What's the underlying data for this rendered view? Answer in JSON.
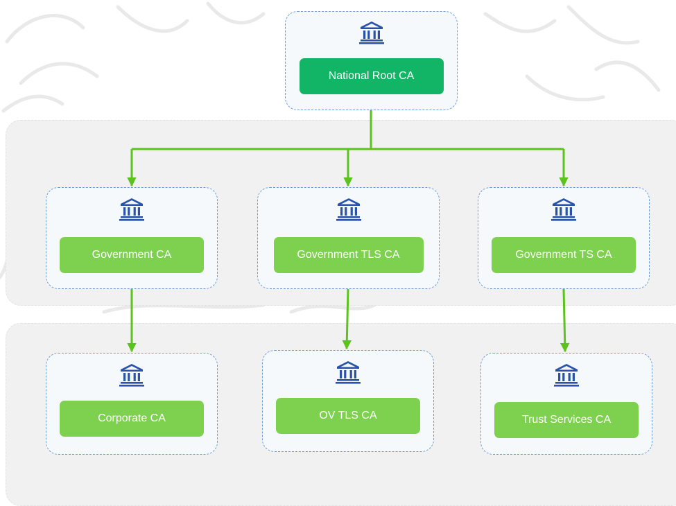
{
  "colors": {
    "root_label": "#12b565",
    "node_label": "#7ed14f",
    "connector": "#5cc21e",
    "icon": "#2a52a8",
    "node_border": "#6b9bd6",
    "band": "#f1f1f1"
  },
  "icon_name": "bank-icon",
  "nodes": {
    "root": {
      "label": "National Root CA"
    },
    "government": {
      "label": "Government CA"
    },
    "government_tls": {
      "label": "Government TLS CA"
    },
    "government_ts": {
      "label": "Government TS CA"
    },
    "corporate": {
      "label": "Corporate CA"
    },
    "ov_tls": {
      "label": "OV TLS CA"
    },
    "trust_services": {
      "label": "Trust Services CA"
    }
  },
  "edges": [
    [
      "root",
      "government"
    ],
    [
      "root",
      "government_tls"
    ],
    [
      "root",
      "government_ts"
    ],
    [
      "government",
      "corporate"
    ],
    [
      "government_tls",
      "ov_tls"
    ],
    [
      "government_ts",
      "trust_services"
    ]
  ]
}
